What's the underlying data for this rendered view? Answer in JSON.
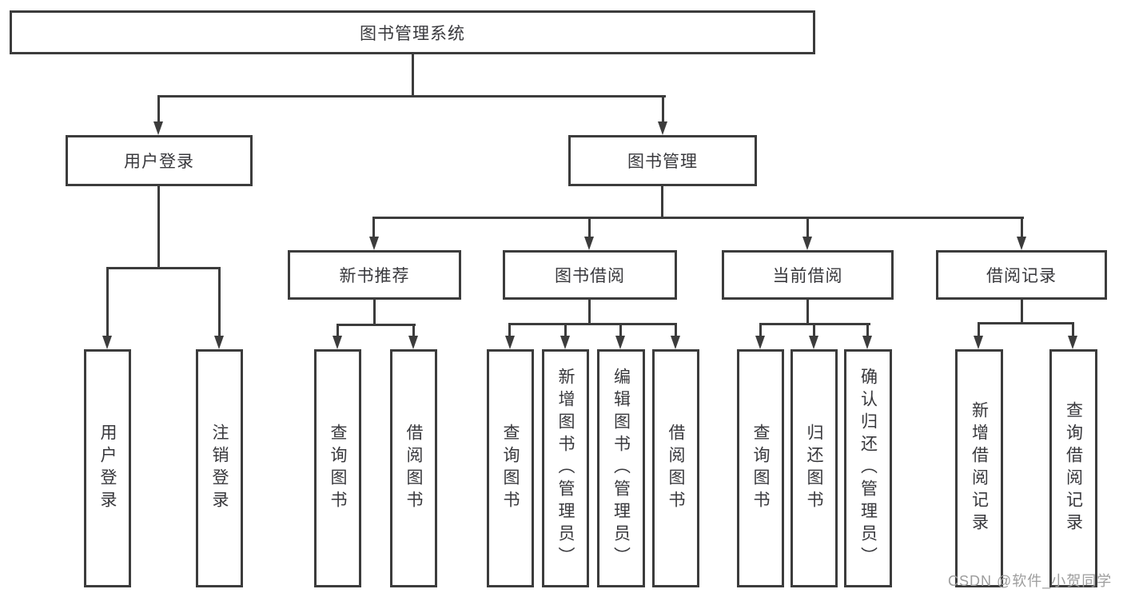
{
  "diagram": {
    "root": {
      "label": "图书管理系统"
    },
    "level2": [
      {
        "label": "用户登录"
      },
      {
        "label": "图书管理"
      }
    ],
    "level3": [
      {
        "label": "新书推荐"
      },
      {
        "label": "图书借阅"
      },
      {
        "label": "当前借阅"
      },
      {
        "label": "借阅记录"
      }
    ],
    "leaves": [
      {
        "label": "用户登录"
      },
      {
        "label": "注销登录"
      },
      {
        "label": "查询图书"
      },
      {
        "label": "借阅图书"
      },
      {
        "label": "查询图书"
      },
      {
        "label": "新增图书（管理员）"
      },
      {
        "label": "编辑图书（管理员）"
      },
      {
        "label": "借阅图书"
      },
      {
        "label": "查询图书"
      },
      {
        "label": "归还图书"
      },
      {
        "label": "确认归还（管理员）"
      },
      {
        "label": "新增借阅记录"
      },
      {
        "label": "查询借阅记录"
      }
    ],
    "watermark": "CSDN @软件_小贺同学",
    "colors": {
      "line": "#3c3c3c",
      "text": "#38383c",
      "watermark": "#9d9d9d",
      "background": "#ffffff"
    }
  }
}
